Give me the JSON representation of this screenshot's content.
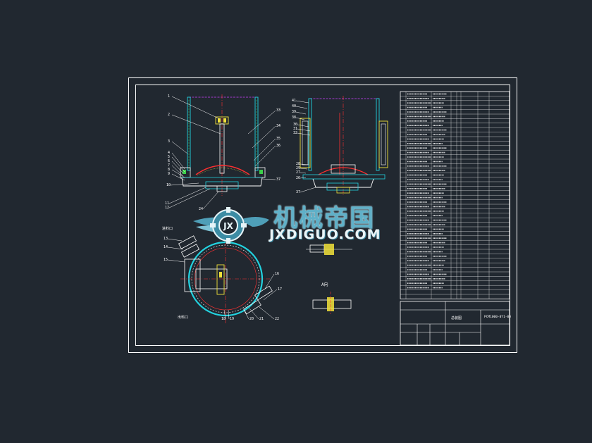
{
  "watermark": {
    "cn": "机械帝国",
    "en": "JXDIGUO.COM",
    "logo_letters": "JX"
  },
  "colors": {
    "background": "#212830",
    "frame": "#ffffff",
    "cyan": "#22d3e0",
    "red": "#ff3030",
    "magenta": "#d040ff",
    "yellow": "#f2e23a",
    "green": "#3ccf4a",
    "watermark": "#5fb0c8"
  },
  "balloons_front": [
    "1",
    "2",
    "3",
    "4",
    "5",
    "6",
    "7",
    "8",
    "9",
    "10",
    "11",
    "12"
  ],
  "balloons_front_right": [
    "33",
    "34",
    "35",
    "36",
    "37",
    "24"
  ],
  "balloons_side": [
    "41",
    "40",
    "39",
    "38",
    "30",
    "31",
    "32",
    "28",
    "29",
    "27",
    "26",
    "37"
  ],
  "balloons_plan": [
    "13",
    "14",
    "15",
    "16",
    "17",
    "18",
    "19",
    "20",
    "21",
    "22"
  ],
  "plan_labels": {
    "left_top": "进料口",
    "bottom_left": "出料口"
  },
  "detail_label": "A向",
  "title_block": {
    "drawing_no": "PCM1000-0Y1-00",
    "name": "总装图"
  }
}
